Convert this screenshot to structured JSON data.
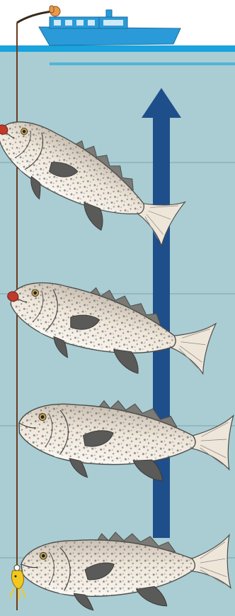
{
  "scene": {
    "sky_color": "#ffffff",
    "water_color": "#a9cdd3",
    "surface_color": "#1aa3dc",
    "boat_color": "#2a9bd8",
    "arrow_color": "#1f4f8a",
    "line_color": "#6b3a1e",
    "depth_line_color": "#7fa4ab",
    "fish_body_color": "#efe6da",
    "fish_spot_color": "#6f6f6a",
    "fish_fin_color": "#5a5a58",
    "lure_color": "#f2c81e",
    "arrow_direction": "up",
    "fish_count": 4,
    "fish_with_red_mouth": 2
  }
}
